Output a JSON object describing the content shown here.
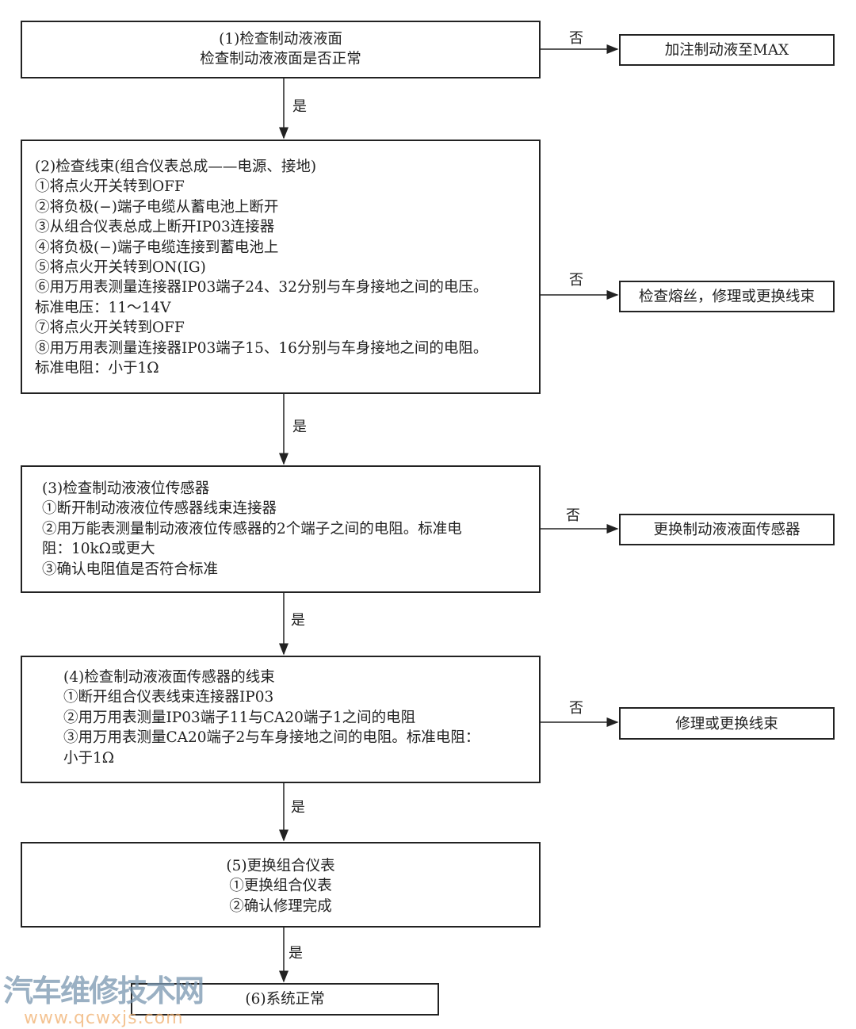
{
  "steps": [
    {
      "lines": [
        "(1)检查制动液液面",
        "检查制动液液面是否正常"
      ]
    },
    {
      "lines": [
        "(2)检查线束(组合仪表总成——电源、接地)",
        "①将点火开关转到OFF",
        "②将负极(−)端子电缆从蓄电池上断开",
        "③从组合仪表总成上断开IP03连接器",
        "④将负极(−)端子电缆连接到蓄电池上",
        "⑤将点火开关转到ON(IG)",
        "⑥用万用表测量连接器IP03端子24、32分别与车身接地之间的电压。",
        "标准电压：11～14V",
        "⑦将点火开关转到OFF",
        "⑧用万用表测量连接器IP03端子15、16分别与车身接地之间的电阻。",
        "标准电阻：小于1Ω"
      ]
    },
    {
      "lines": [
        "(3)检查制动液液位传感器",
        "①断开制动液液位传感器线束连接器",
        "②用万能表测量制动液液位传感器的2个端子之间的电阻。标准电",
        "阻：10kΩ或更大",
        "③确认电阻值是否符合标准"
      ]
    },
    {
      "lines": [
        "(4)检查制动液液面传感器的线束",
        "①断开组合仪表线束连接器IP03",
        "②用万用表测量IP03端子11与CA20端子1之间的电阻",
        "③用万用表测量CA20端子2与车身接地之间的电阻。标准电阻：",
        "小于1Ω"
      ]
    },
    {
      "lines": [
        "(5)更换组合仪表",
        "①更换组合仪表",
        "②确认修理完成"
      ]
    },
    {
      "lines": [
        "(6)系统正常"
      ]
    }
  ],
  "actions": [
    "加注制动液至MAX",
    "检查熔丝，修理或更换线束",
    "更换制动液液面传感器",
    "修理或更换线束"
  ],
  "yes_label": "是",
  "no_label": "否",
  "watermark": {
    "title": "汽车维修技术网",
    "url": "www.qcwxjs.com"
  }
}
